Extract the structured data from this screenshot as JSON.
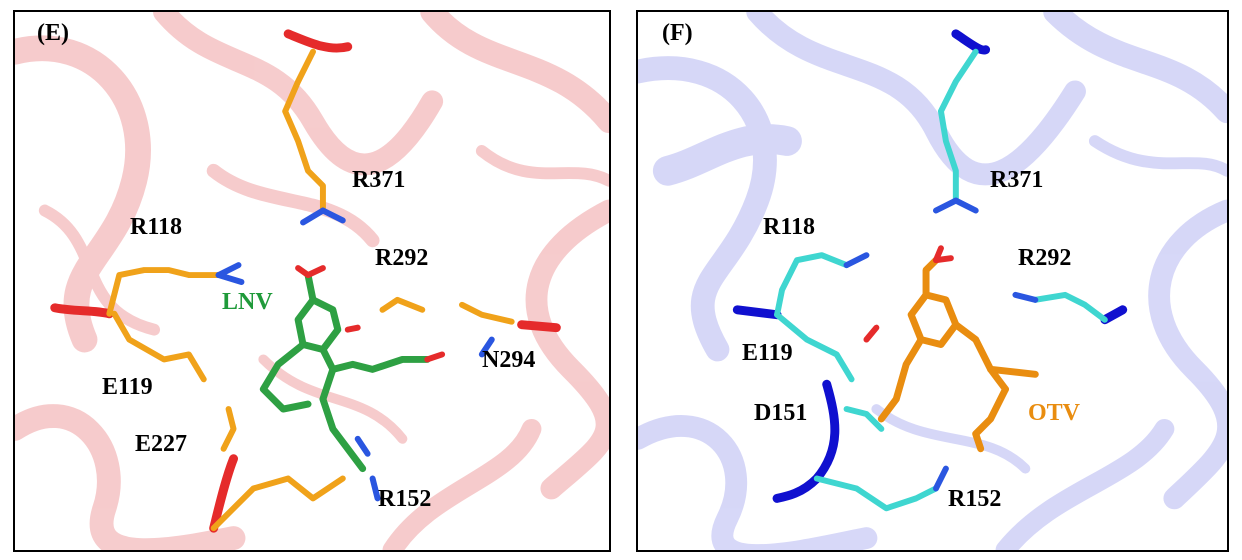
{
  "panels": [
    {
      "id": "E",
      "label": "(E)",
      "ribbon_color": "#e0494c",
      "ligand": {
        "name": "LNV",
        "color": "#1f9a3a"
      },
      "residues": [
        "R371",
        "R118",
        "R292",
        "N294",
        "E119",
        "E227",
        "R152"
      ]
    },
    {
      "id": "F",
      "label": "(F)",
      "ribbon_color": "#6e74e6",
      "ligand": {
        "name": "OTV",
        "color": "#e98d10"
      },
      "residues": [
        "R371",
        "R118",
        "R292",
        "E119",
        "D151",
        "R152"
      ]
    }
  ]
}
